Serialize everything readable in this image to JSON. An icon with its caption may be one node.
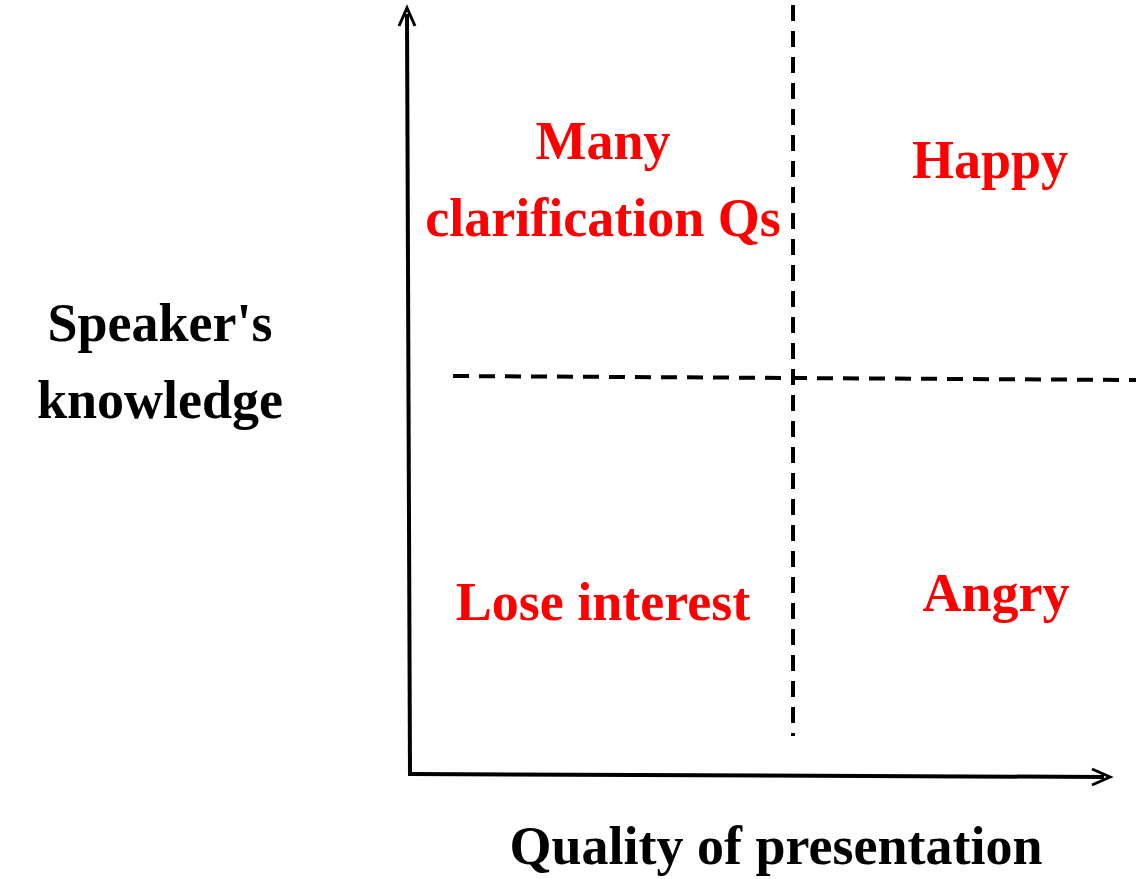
{
  "diagram": {
    "labels": [
      "Many clarification Qs",
      "Happy",
      "Speaker's knowledge",
      "Lose interest",
      "Angry",
      "Quality of presentation"
    ]
  }
}
